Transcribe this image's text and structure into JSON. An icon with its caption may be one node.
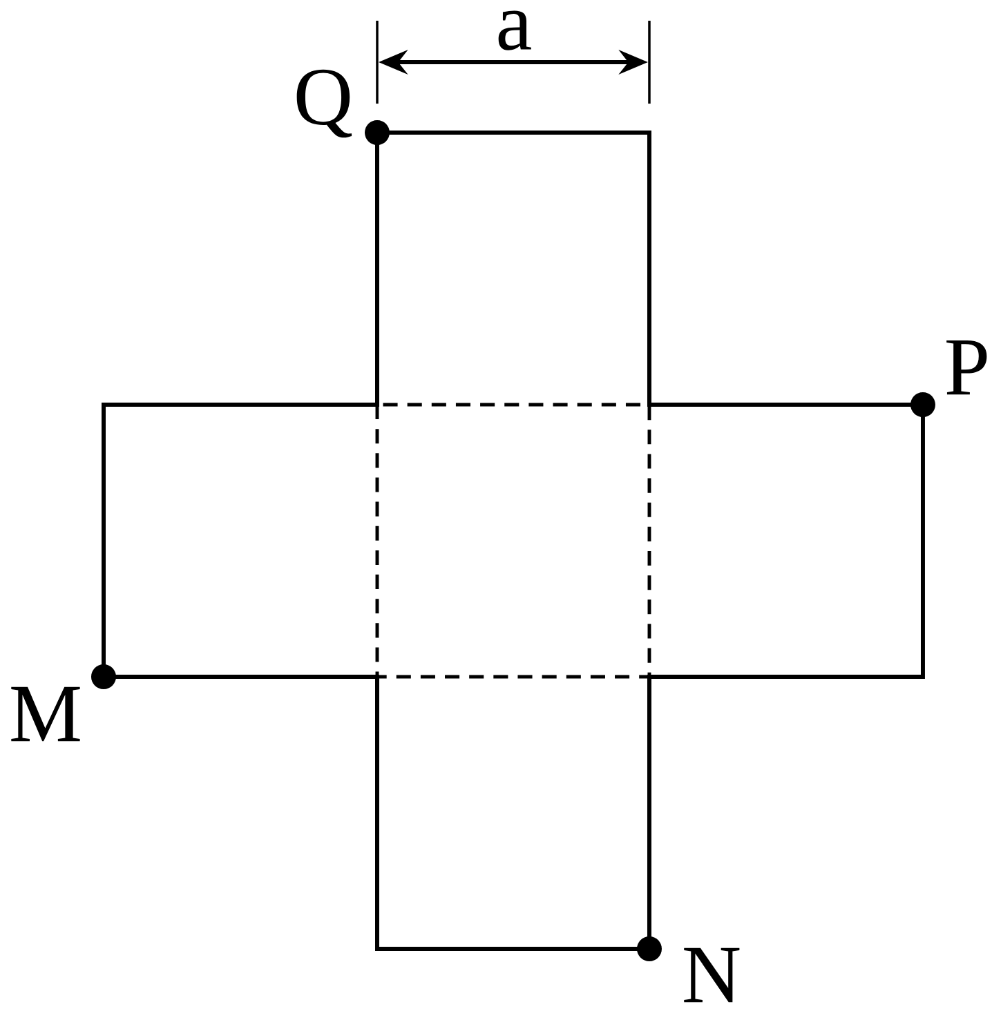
{
  "diagram": {
    "labels": [
      "a",
      "Q",
      "P",
      "M",
      "N"
    ]
  }
}
